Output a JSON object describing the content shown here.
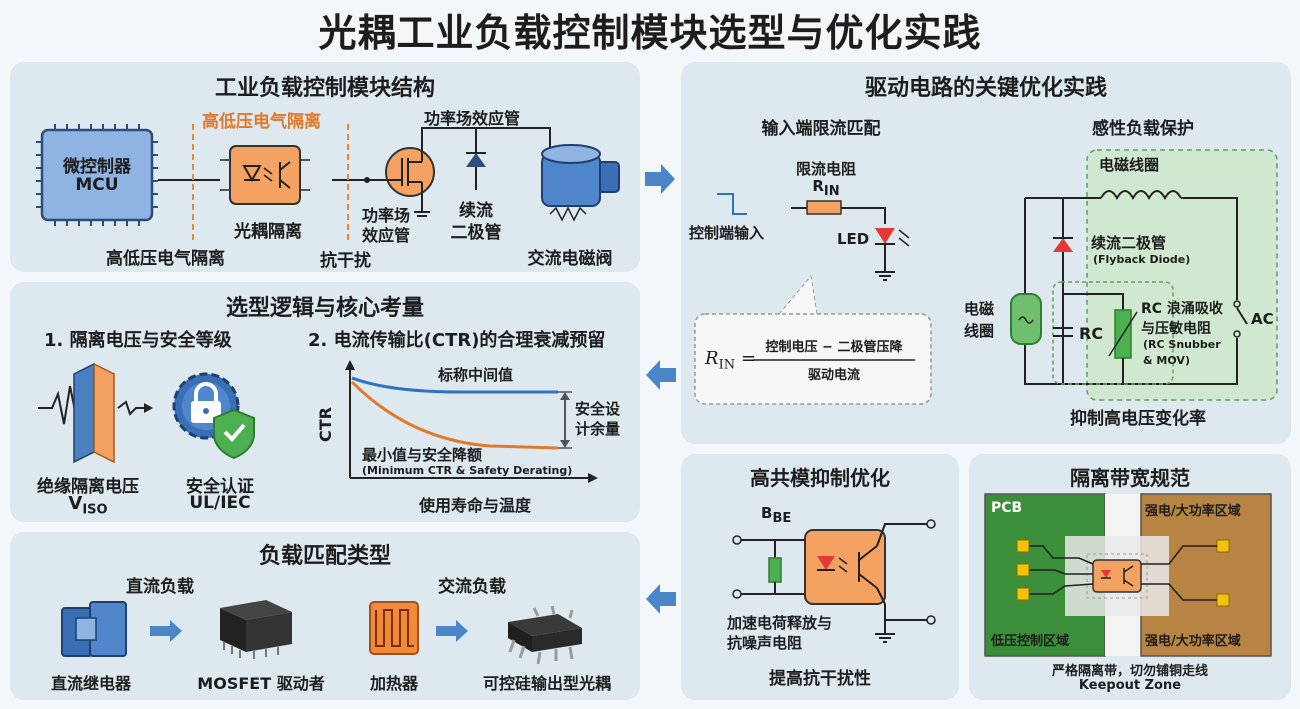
{
  "title": "光耦工业负载控制模块选型与优化实践",
  "structure": {
    "title": "工业负载控制模块结构",
    "mcu_cn": "微控制器",
    "mcu_en": "MCU",
    "isolation_top": "高低压电气隔离",
    "isolation_bottom": "高低压电气隔离",
    "opto": "光耦隔离",
    "mosfet_top": "功率场效应管",
    "mosfet_label_1": "功率场",
    "mosfet_label_2": "效应管",
    "anti": "抗干扰",
    "diode_1": "续流",
    "diode_2": "二极管",
    "valve": "交流电磁阀"
  },
  "selection": {
    "title": "选型逻辑与核心考量",
    "h1": "1. 隔离电压与安全等级",
    "h2": "2. 电流传输比(CTR)的合理衰减预留",
    "viso_cn": "绝缘隔离电压",
    "viso_v": "V",
    "viso_sub": "ISO",
    "cert_cn": "安全认证",
    "cert_en": "UL/IEC",
    "ctr_axis": "CTR",
    "ctr_nominal": "标称中间值",
    "ctr_min_cn": "最小值与安全降额",
    "ctr_min_en": "(Minimum CTR & Safety Derating)",
    "margin_1": "安全设",
    "margin_2": "计余量",
    "x_axis": "使用寿命与温度"
  },
  "load": {
    "title": "负载匹配类型",
    "dc": "直流负载",
    "ac": "交流负载",
    "dc_relay": "直流继电器",
    "mosfet_driver": "MOSFET 驱动者",
    "heater": "加热器",
    "scr_opto": "可控硅输出型光耦"
  },
  "drive": {
    "title": "驱动电路的关键优化实践",
    "input_title": "输入端限流匹配",
    "resistor_label": "限流电阻",
    "r_in": "R",
    "r_in_sub": "IN",
    "control_input": "控制端输入",
    "led": "LED",
    "formula_lhs": "R",
    "formula_lhs_sub": "IN",
    "formula_eq": "=",
    "formula_num": "控制电压 − 二极管压降",
    "formula_den": "驱动电流",
    "inductive_title": "感性负载保护",
    "coil_top": "电磁线圈",
    "flyback_cn": "续流二极管",
    "flyback_en": "(Flyback Diode)",
    "coil_left_1": "电磁",
    "coil_left_2": "线圈",
    "rc": "RC",
    "rc_desc_1": "RC 浪涌吸收",
    "rc_desc_2": "与压敏电阻",
    "rc_desc_3": "(RC Snubber",
    "rc_desc_4": "& MOV)",
    "ac": "AC",
    "dvdt": "抑制高电压变化率"
  },
  "cmr": {
    "title": "高共模抑制优化",
    "bbe": "B",
    "bbe_sub": "BE",
    "res_1": "加速电荷释放与",
    "res_2": "抗噪声电阻",
    "bottom": "提高抗干扰性"
  },
  "isoband": {
    "title": "隔离带宽规范",
    "pcb": "PCB",
    "hv_top": "强电/大功率区域",
    "lv": "低压控制区域",
    "hv_bottom": "强电/大功率区域",
    "note_1": "严格隔离带，切勿铺铜走线",
    "note_2": "Keepout Zone"
  },
  "colors": {
    "panel": "#dde9ef",
    "orange": "#f4a261",
    "blue": "#4a7fc0",
    "green": "#4caf50",
    "arrow": "#4a86c8"
  }
}
